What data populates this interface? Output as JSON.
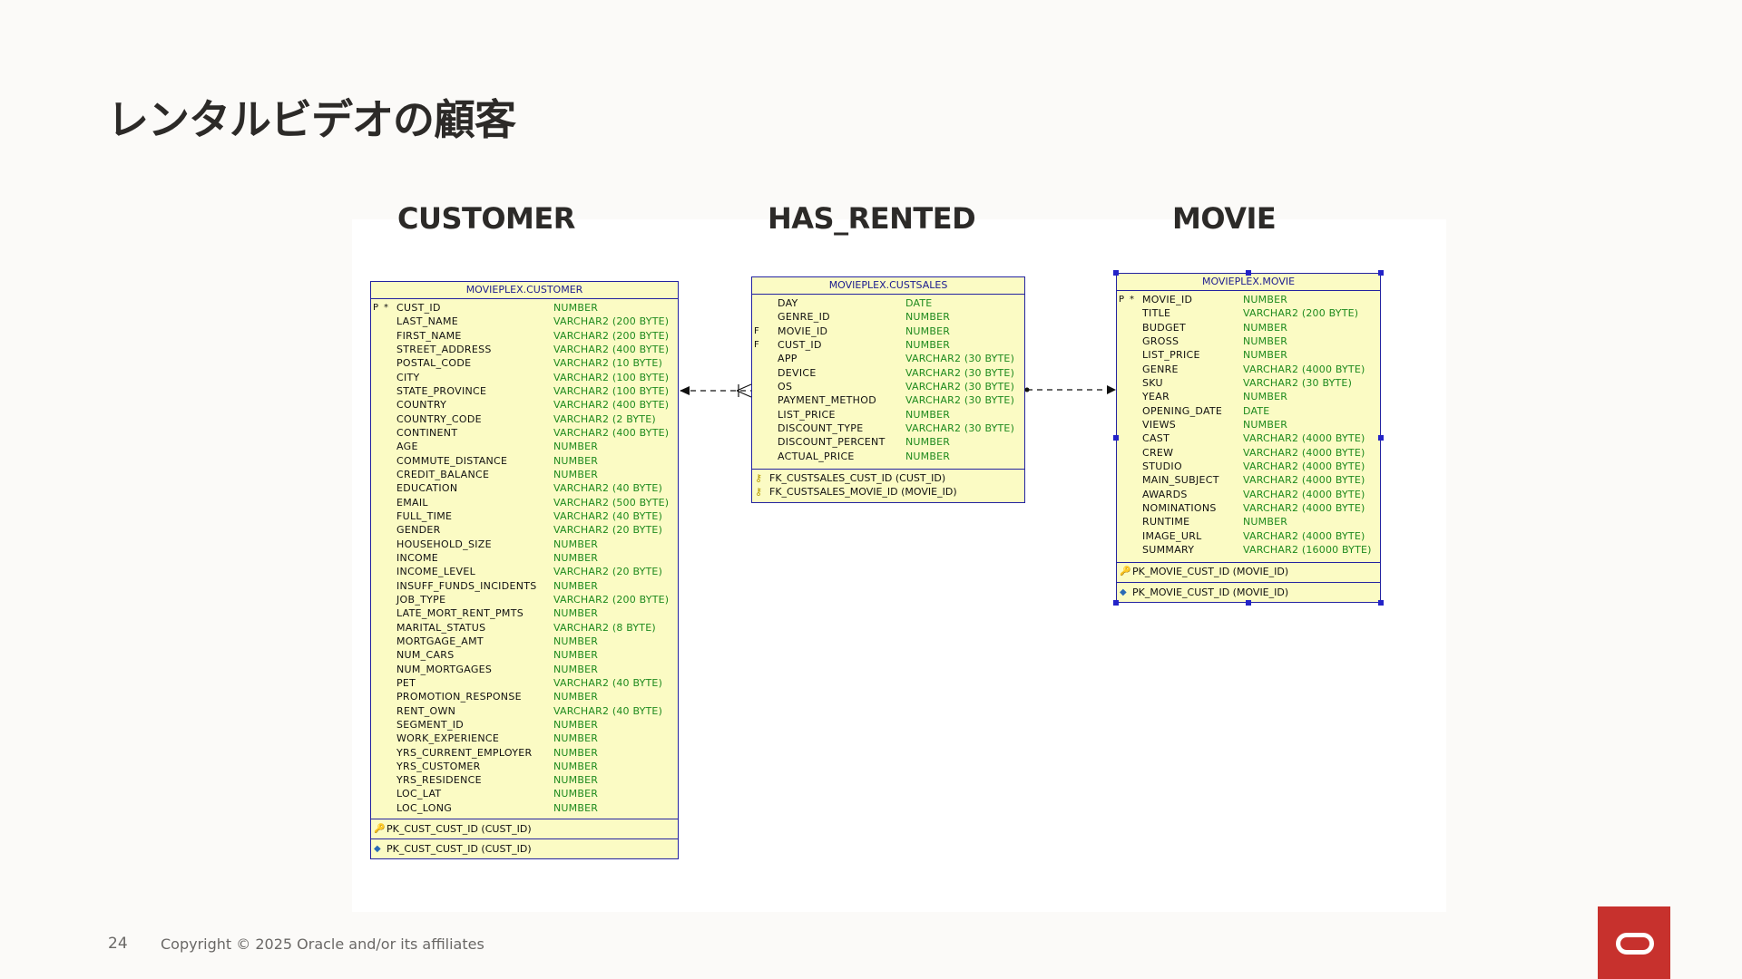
{
  "slide": {
    "title": "レンタルビデオの顧客",
    "page_number": "24",
    "copyright": "Copyright © 2025 Oracle and/or its affiliates"
  },
  "labels": {
    "customer": "CUSTOMER",
    "has_rented": "HAS_RENTED",
    "movie": "MOVIE"
  },
  "colors": {
    "table_fill": "#fbfbc4",
    "table_border": "#2323a0",
    "column_type": "#1e8a1e",
    "oracle_red": "#c7312d"
  },
  "tables": {
    "customer": {
      "name": "MOVIEPLEX.CUSTOMER",
      "columns": [
        {
          "flag": "P",
          "req": "*",
          "name": "CUST_ID",
          "type": "NUMBER"
        },
        {
          "flag": "",
          "req": "",
          "name": "LAST_NAME",
          "type": "VARCHAR2 (200 BYTE)"
        },
        {
          "flag": "",
          "req": "",
          "name": "FIRST_NAME",
          "type": "VARCHAR2 (200 BYTE)"
        },
        {
          "flag": "",
          "req": "",
          "name": "STREET_ADDRESS",
          "type": "VARCHAR2 (400 BYTE)"
        },
        {
          "flag": "",
          "req": "",
          "name": "POSTAL_CODE",
          "type": "VARCHAR2 (10 BYTE)"
        },
        {
          "flag": "",
          "req": "",
          "name": "CITY",
          "type": "VARCHAR2 (100 BYTE)"
        },
        {
          "flag": "",
          "req": "",
          "name": "STATE_PROVINCE",
          "type": "VARCHAR2 (100 BYTE)"
        },
        {
          "flag": "",
          "req": "",
          "name": "COUNTRY",
          "type": "VARCHAR2 (400 BYTE)"
        },
        {
          "flag": "",
          "req": "",
          "name": "COUNTRY_CODE",
          "type": "VARCHAR2 (2 BYTE)"
        },
        {
          "flag": "",
          "req": "",
          "name": "CONTINENT",
          "type": "VARCHAR2 (400 BYTE)"
        },
        {
          "flag": "",
          "req": "",
          "name": "AGE",
          "type": "NUMBER"
        },
        {
          "flag": "",
          "req": "",
          "name": "COMMUTE_DISTANCE",
          "type": "NUMBER"
        },
        {
          "flag": "",
          "req": "",
          "name": "CREDIT_BALANCE",
          "type": "NUMBER"
        },
        {
          "flag": "",
          "req": "",
          "name": "EDUCATION",
          "type": "VARCHAR2 (40 BYTE)"
        },
        {
          "flag": "",
          "req": "",
          "name": "EMAIL",
          "type": "VARCHAR2 (500 BYTE)"
        },
        {
          "flag": "",
          "req": "",
          "name": "FULL_TIME",
          "type": "VARCHAR2 (40 BYTE)"
        },
        {
          "flag": "",
          "req": "",
          "name": "GENDER",
          "type": "VARCHAR2 (20 BYTE)"
        },
        {
          "flag": "",
          "req": "",
          "name": "HOUSEHOLD_SIZE",
          "type": "NUMBER"
        },
        {
          "flag": "",
          "req": "",
          "name": "INCOME",
          "type": "NUMBER"
        },
        {
          "flag": "",
          "req": "",
          "name": "INCOME_LEVEL",
          "type": "VARCHAR2 (20 BYTE)"
        },
        {
          "flag": "",
          "req": "",
          "name": "INSUFF_FUNDS_INCIDENTS",
          "type": "NUMBER"
        },
        {
          "flag": "",
          "req": "",
          "name": "JOB_TYPE",
          "type": "VARCHAR2 (200 BYTE)"
        },
        {
          "flag": "",
          "req": "",
          "name": "LATE_MORT_RENT_PMTS",
          "type": "NUMBER"
        },
        {
          "flag": "",
          "req": "",
          "name": "MARITAL_STATUS",
          "type": "VARCHAR2 (8 BYTE)"
        },
        {
          "flag": "",
          "req": "",
          "name": "MORTGAGE_AMT",
          "type": "NUMBER"
        },
        {
          "flag": "",
          "req": "",
          "name": "NUM_CARS",
          "type": "NUMBER"
        },
        {
          "flag": "",
          "req": "",
          "name": "NUM_MORTGAGES",
          "type": "NUMBER"
        },
        {
          "flag": "",
          "req": "",
          "name": "PET",
          "type": "VARCHAR2 (40 BYTE)"
        },
        {
          "flag": "",
          "req": "",
          "name": "PROMOTION_RESPONSE",
          "type": "NUMBER"
        },
        {
          "flag": "",
          "req": "",
          "name": "RENT_OWN",
          "type": "VARCHAR2 (40 BYTE)"
        },
        {
          "flag": "",
          "req": "",
          "name": "SEGMENT_ID",
          "type": "NUMBER"
        },
        {
          "flag": "",
          "req": "",
          "name": "WORK_EXPERIENCE",
          "type": "NUMBER"
        },
        {
          "flag": "",
          "req": "",
          "name": "YRS_CURRENT_EMPLOYER",
          "type": "NUMBER"
        },
        {
          "flag": "",
          "req": "",
          "name": "YRS_CUSTOMER",
          "type": "NUMBER"
        },
        {
          "flag": "",
          "req": "",
          "name": "YRS_RESIDENCE",
          "type": "NUMBER"
        },
        {
          "flag": "",
          "req": "",
          "name": "LOC_LAT",
          "type": "NUMBER"
        },
        {
          "flag": "",
          "req": "",
          "name": "LOC_LONG",
          "type": "NUMBER"
        }
      ],
      "pk_key": "PK_CUST_CUST_ID (CUST_ID)",
      "index": "PK_CUST_CUST_ID (CUST_ID)"
    },
    "custsales": {
      "name": "MOVIEPLEX.CUSTSALES",
      "columns": [
        {
          "flag": "",
          "req": "",
          "name": "DAY",
          "type": "DATE"
        },
        {
          "flag": "",
          "req": "",
          "name": "GENRE_ID",
          "type": "NUMBER"
        },
        {
          "flag": "F",
          "req": "",
          "name": "MOVIE_ID",
          "type": "NUMBER"
        },
        {
          "flag": "F",
          "req": "",
          "name": "CUST_ID",
          "type": "NUMBER"
        },
        {
          "flag": "",
          "req": "",
          "name": "APP",
          "type": "VARCHAR2 (30 BYTE)"
        },
        {
          "flag": "",
          "req": "",
          "name": "DEVICE",
          "type": "VARCHAR2 (30 BYTE)"
        },
        {
          "flag": "",
          "req": "",
          "name": "OS",
          "type": "VARCHAR2 (30 BYTE)"
        },
        {
          "flag": "",
          "req": "",
          "name": "PAYMENT_METHOD",
          "type": "VARCHAR2 (30 BYTE)"
        },
        {
          "flag": "",
          "req": "",
          "name": "LIST_PRICE",
          "type": "NUMBER"
        },
        {
          "flag": "",
          "req": "",
          "name": "DISCOUNT_TYPE",
          "type": "VARCHAR2 (30 BYTE)"
        },
        {
          "flag": "",
          "req": "",
          "name": "DISCOUNT_PERCENT",
          "type": "NUMBER"
        },
        {
          "flag": "",
          "req": "",
          "name": "ACTUAL_PRICE",
          "type": "NUMBER"
        }
      ],
      "fk_keys": [
        "FK_CUSTSALES_CUST_ID (CUST_ID)",
        "FK_CUSTSALES_MOVIE_ID (MOVIE_ID)"
      ]
    },
    "movie": {
      "name": "MOVIEPLEX.MOVIE",
      "columns": [
        {
          "flag": "P",
          "req": "*",
          "name": "MOVIE_ID",
          "type": "NUMBER"
        },
        {
          "flag": "",
          "req": "",
          "name": "TITLE",
          "type": "VARCHAR2 (200 BYTE)"
        },
        {
          "flag": "",
          "req": "",
          "name": "BUDGET",
          "type": "NUMBER"
        },
        {
          "flag": "",
          "req": "",
          "name": "GROSS",
          "type": "NUMBER"
        },
        {
          "flag": "",
          "req": "",
          "name": "LIST_PRICE",
          "type": "NUMBER"
        },
        {
          "flag": "",
          "req": "",
          "name": "GENRE",
          "type": "VARCHAR2 (4000 BYTE)"
        },
        {
          "flag": "",
          "req": "",
          "name": "SKU",
          "type": "VARCHAR2 (30 BYTE)"
        },
        {
          "flag": "",
          "req": "",
          "name": "YEAR",
          "type": "NUMBER"
        },
        {
          "flag": "",
          "req": "",
          "name": "OPENING_DATE",
          "type": "DATE"
        },
        {
          "flag": "",
          "req": "",
          "name": "VIEWS",
          "type": "NUMBER"
        },
        {
          "flag": "",
          "req": "",
          "name": "CAST",
          "type": "VARCHAR2 (4000 BYTE)"
        },
        {
          "flag": "",
          "req": "",
          "name": "CREW",
          "type": "VARCHAR2 (4000 BYTE)"
        },
        {
          "flag": "",
          "req": "",
          "name": "STUDIO",
          "type": "VARCHAR2 (4000 BYTE)"
        },
        {
          "flag": "",
          "req": "",
          "name": "MAIN_SUBJECT",
          "type": "VARCHAR2 (4000 BYTE)"
        },
        {
          "flag": "",
          "req": "",
          "name": "AWARDS",
          "type": "VARCHAR2 (4000 BYTE)"
        },
        {
          "flag": "",
          "req": "",
          "name": "NOMINATIONS",
          "type": "VARCHAR2 (4000 BYTE)"
        },
        {
          "flag": "",
          "req": "",
          "name": "RUNTIME",
          "type": "NUMBER"
        },
        {
          "flag": "",
          "req": "",
          "name": "IMAGE_URL",
          "type": "VARCHAR2 (4000 BYTE)"
        },
        {
          "flag": "",
          "req": "",
          "name": "SUMMARY",
          "type": "VARCHAR2 (16000 BYTE)"
        }
      ],
      "pk_key": "PK_MOVIE_CUST_ID (MOVIE_ID)",
      "index": "PK_MOVIE_CUST_ID (MOVIE_ID)"
    }
  }
}
